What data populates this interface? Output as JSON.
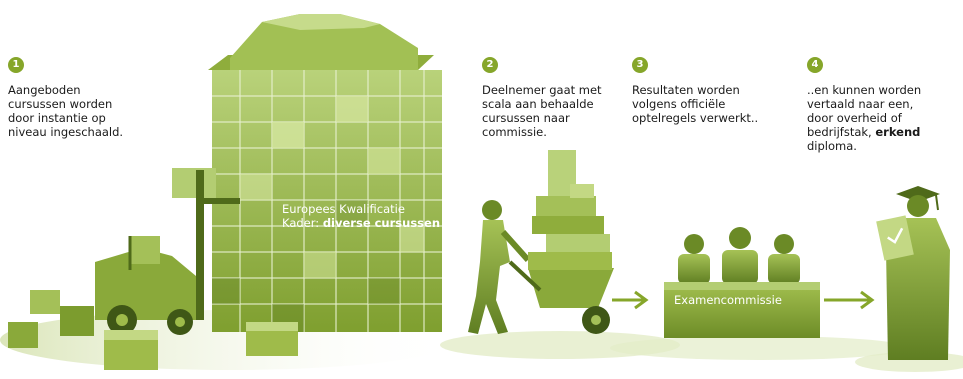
{
  "steps": [
    {
      "number": "1",
      "text": "Aangeboden\ncursussen worden\ndoor instantie op\nniveau ingeschaald."
    },
    {
      "number": "2",
      "text": "Deelnemer gaat met\nscala aan behaalde\ncursussen naar\ncommissie."
    },
    {
      "number": "3",
      "text": "Resultaten worden\nvolgens officiële\noptelregels verwerkt.."
    },
    {
      "number": "4",
      "text_before": "..en kunnen worden\nvertaald naar een,\ndoor overheid of\nbedrijfstak, ",
      "text_bold": "erkend",
      "text_after": "\ndiploma."
    }
  ],
  "framework_label": {
    "line1": "Europees Kwalificatie",
    "line2_prefix": "Kader: ",
    "line2_bold": "diverse cursussen"
  },
  "committee_label": "Examencommissie",
  "colors": {
    "accent": "#86a62a",
    "box_light": "#c3d884",
    "box_mid": "#9fbb4a",
    "box_dark": "#6f8e28",
    "arrow": "#86a62a"
  }
}
